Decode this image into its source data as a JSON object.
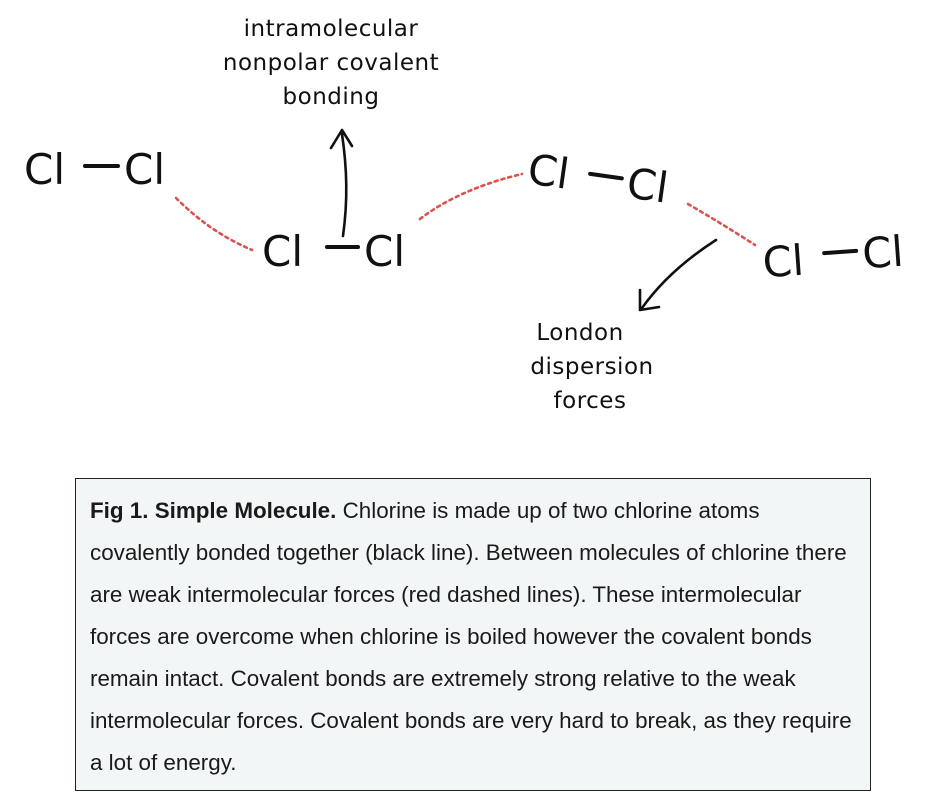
{
  "diagram": {
    "molecules": [
      {
        "atom_left": "Cl",
        "atom_right": "Cl"
      },
      {
        "atom_left": "Cl",
        "atom_right": "Cl"
      },
      {
        "atom_left": "Cl",
        "atom_right": "Cl"
      },
      {
        "atom_left": "Cl",
        "atom_right": "Cl"
      }
    ],
    "label_intramolecular": {
      "line1": "intramolecular",
      "line2": "nonpolar covalent",
      "line3": "bonding"
    },
    "label_london": {
      "line1": "London",
      "line2": "dispersion",
      "line3": "forces"
    },
    "colors": {
      "bond": "#111111",
      "intermolecular_dashes": "#d9534f"
    }
  },
  "caption": {
    "title": "Fig 1. Simple Molecule.",
    "text": "Chlorine is made up of two chlorine atoms covalently bonded together (black line). Between molecules of chlorine there are weak intermolecular forces (red dashed lines). These intermolecular forces are overcome when chlorine is boiled however the covalent bonds remain intact. Covalent bonds are extremely strong relative to the weak intermolecular forces. Covalent bonds are very hard to break, as they require a lot of energy."
  }
}
